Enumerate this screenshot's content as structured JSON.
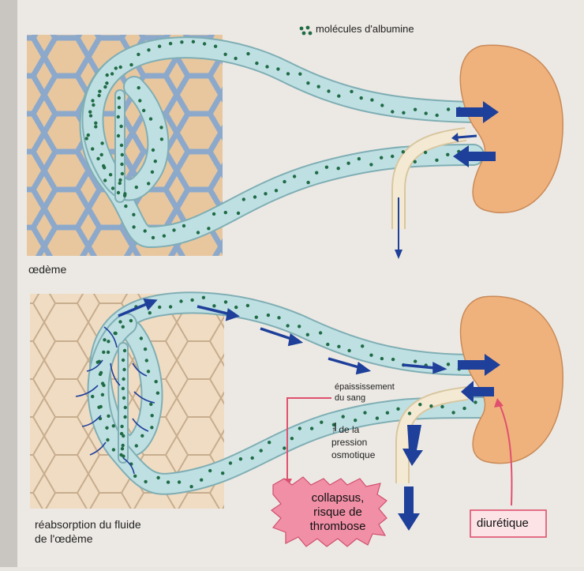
{
  "legend": {
    "albumin_label": "molécules d'albumine"
  },
  "panels": {
    "top": {
      "caption": "œdème"
    },
    "bottom": {
      "caption_line1": "réabsorption du fluide",
      "caption_line2": "de l'œdème"
    }
  },
  "annotations": {
    "thickening_line1": "épaississement",
    "thickening_line2": "du sang",
    "pressure_line1": "↑ de la",
    "pressure_line2": "pression",
    "pressure_line3": "osmotique",
    "collapse_line1": "collapsus,",
    "collapse_line2": "risque de",
    "collapse_line3": "thrombose",
    "diuretic": "diurétique"
  },
  "colors": {
    "vessel_fill": "#bfe0e3",
    "vessel_stroke": "#7faeb4",
    "albumin_dot": "#1f6b45",
    "flow_arrow": "#1e3f9a",
    "kidney": "#f0b27c",
    "tissue_oedema": "#e8c79e",
    "tissue_grid_oedema": "#8ca9cc",
    "tissue_normal": "#f0dcc3",
    "tissue_grid_normal": "#c7ad8e",
    "collapse_box": "#f08fa6",
    "diuretic_box": "#fbe3e6",
    "pink_line": "#e0506e"
  }
}
